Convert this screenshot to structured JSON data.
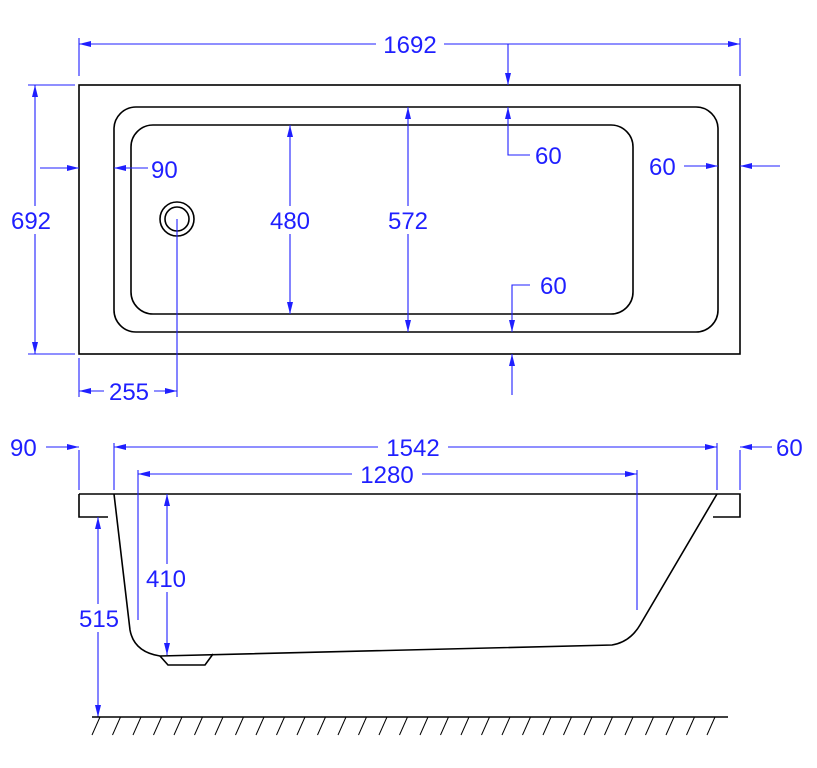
{
  "colors": {
    "dimension": "#1f1fff",
    "outline": "#000000"
  },
  "top_view": {
    "overall_length": "1692",
    "overall_width": "692",
    "rim_left": "90",
    "rim_right": "60",
    "rim_top": "60",
    "rim_bottom": "60",
    "basin_width": "480",
    "inner_width": "572",
    "drain_offset": "255"
  },
  "side_view": {
    "rim_left": "90",
    "rim_right": "60",
    "top_inner_length": "1542",
    "bottom_length": "1280",
    "depth": "410",
    "height_to_floor": "515"
  }
}
